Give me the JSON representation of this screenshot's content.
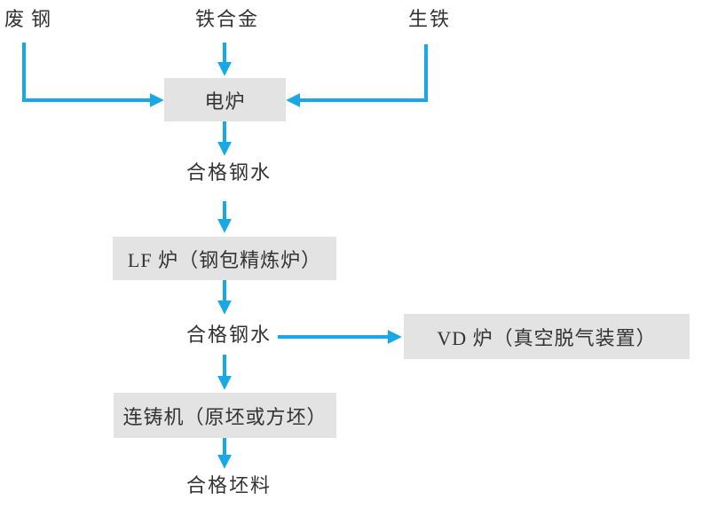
{
  "diagram": {
    "type": "flowchart",
    "language": "zh-CN",
    "colors": {
      "arrow": "#18a8e8",
      "box_fill": "#e3e3e3",
      "text": "#333333",
      "background": "#ffffff"
    },
    "nodes": {
      "scrap_steel": {
        "label": "废钢",
        "kind": "label"
      },
      "ferroalloy": {
        "label": "铁合金",
        "kind": "label"
      },
      "pig_iron": {
        "label": "生铁",
        "kind": "label"
      },
      "electric_furnace": {
        "label": "电炉",
        "kind": "box"
      },
      "qualified_molten_steel_1": {
        "label": "合格钢水",
        "kind": "label"
      },
      "lf_furnace": {
        "label": "LF 炉（钢包精炼炉）",
        "kind": "box"
      },
      "qualified_molten_steel_2": {
        "label": "合格钢水",
        "kind": "label"
      },
      "vd_furnace": {
        "label": "VD 炉（真空脱气装置）",
        "kind": "box"
      },
      "continuous_caster": {
        "label": "连铸机（原坯或方坯）",
        "kind": "box"
      },
      "qualified_billet": {
        "label": "合格坯料",
        "kind": "label"
      }
    },
    "edges": [
      {
        "from": "scrap_steel",
        "to": "electric_furnace"
      },
      {
        "from": "ferroalloy",
        "to": "electric_furnace"
      },
      {
        "from": "pig_iron",
        "to": "electric_furnace"
      },
      {
        "from": "electric_furnace",
        "to": "qualified_molten_steel_1"
      },
      {
        "from": "qualified_molten_steel_1",
        "to": "lf_furnace"
      },
      {
        "from": "lf_furnace",
        "to": "qualified_molten_steel_2"
      },
      {
        "from": "qualified_molten_steel_2",
        "to": "vd_furnace"
      },
      {
        "from": "qualified_molten_steel_2",
        "to": "continuous_caster"
      },
      {
        "from": "continuous_caster",
        "to": "qualified_billet"
      }
    ]
  }
}
